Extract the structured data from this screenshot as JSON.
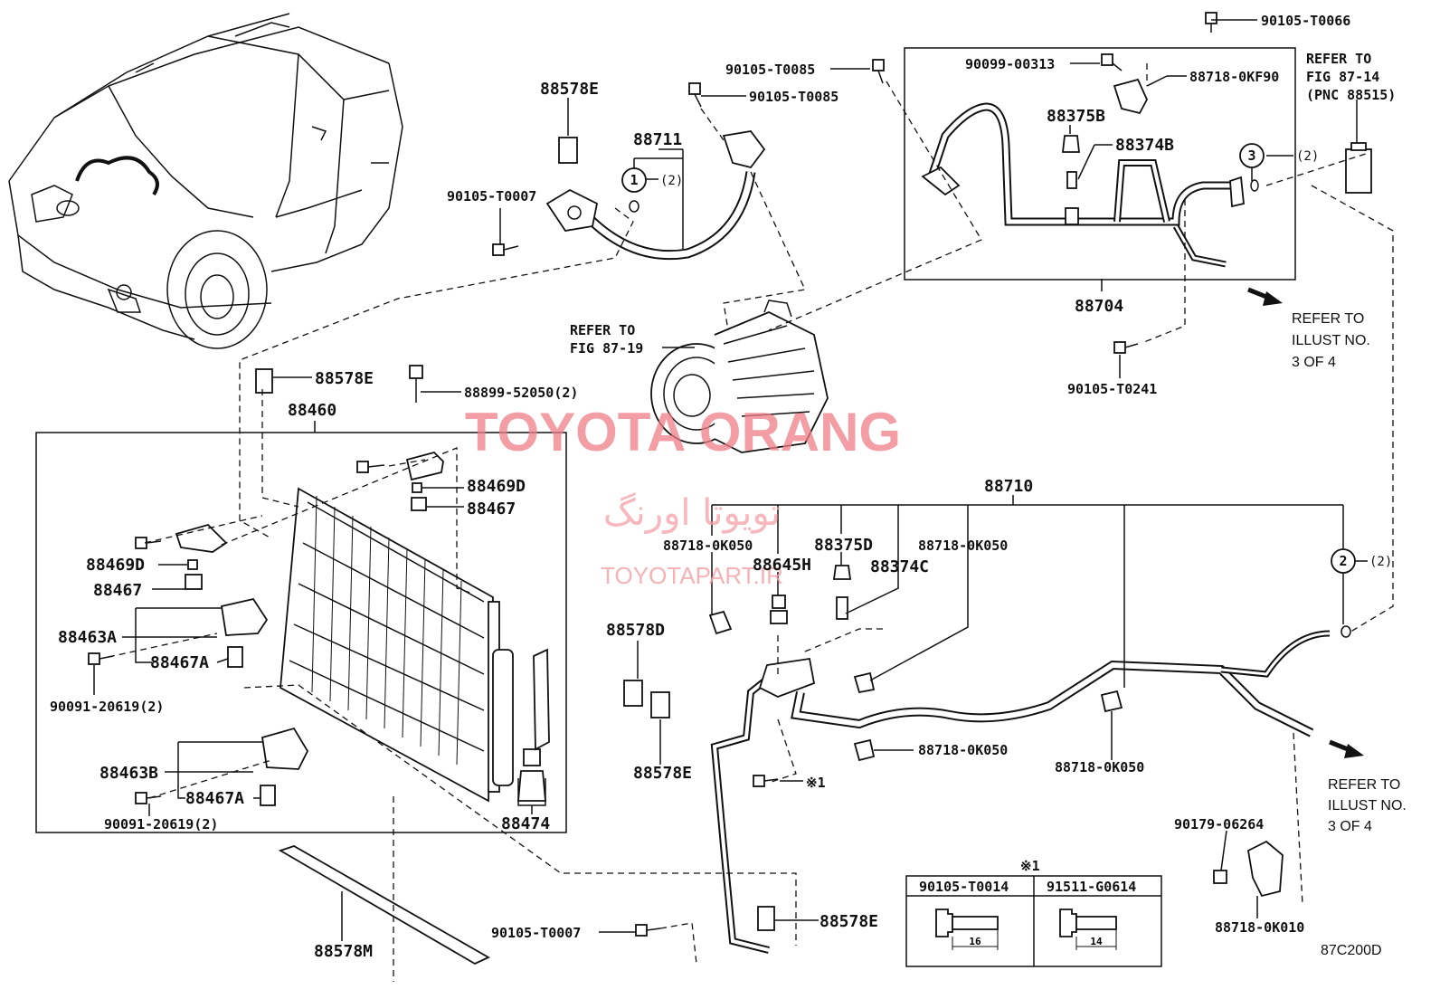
{
  "diagram_code": "87C200D",
  "watermark": {
    "line1": "TOYOTA ORANG",
    "line2": "تویوتا اورنگ",
    "line3": "TOYOTAPART.IR"
  },
  "refs": {
    "fig_87_14_l1": "REFER TO",
    "fig_87_14_l2": "FIG 87-14",
    "fig_87_14_l3": "(PNC 88515)",
    "fig_87_19_l1": "REFER TO",
    "fig_87_19_l2": "FIG 87-19",
    "illust_a_l1": "REFER TO",
    "illust_a_l2": "ILLUST NO.",
    "illust_a_l3": "3 OF 4",
    "illust_b_l1": "REFER TO",
    "illust_b_l2": "ILLUST NO.",
    "illust_b_l3": "3 OF 4"
  },
  "callouts": {
    "c1": "1",
    "c1_qty": "(2)",
    "c2": "2",
    "c2_qty": "(2)",
    "c3": "3",
    "c3_qty": "(2)",
    "note_mark": "※1"
  },
  "parts": {
    "p_90105_T0066": "90105-T0066",
    "p_90099_00313": "90099-00313",
    "p_88718_0KF90": "88718-0KF90",
    "p_90105_T0085_a": "90105-T0085",
    "p_90105_T0085_b": "90105-T0085",
    "p_88578E_top": "88578E",
    "p_88711": "88711",
    "p_90105_T0007_top": "90105-T0007",
    "p_88375B": "88375B",
    "p_88374B": "88374B",
    "p_88704": "88704",
    "p_90105_T0241": "90105-T0241",
    "p_88578E_mid": "88578E",
    "p_88899_52050": "88899-52050(2)",
    "p_88460": "88460",
    "p_88469D_r": "88469D",
    "p_88467_r": "88467",
    "p_88469D_l": "88469D",
    "p_88467_l": "88467",
    "p_88463A": "88463A",
    "p_88467A_a": "88467A",
    "p_90091_20619_a": "90091-20619(2)",
    "p_88463B": "88463B",
    "p_88467A_b": "88467A",
    "p_90091_20619_b": "90091-20619(2)",
    "p_88474": "88474",
    "p_88578M": "88578M",
    "p_88710": "88710",
    "p_88718_0K050_a": "88718-0K050",
    "p_88645H": "88645H",
    "p_88375D": "88375D",
    "p_88374C": "88374C",
    "p_88718_0K050_b": "88718-0K050",
    "p_88578D": "88578D",
    "p_88578E_low": "88578E",
    "p_88718_0K050_c": "88718-0K050",
    "p_88718_0K050_d": "88718-0K050",
    "p_90105_T0007_bot": "90105-T0007",
    "p_88578E_bot": "88578E",
    "p_90179_06264": "90179-06264",
    "p_88718_0K010": "88718-0K010"
  },
  "note_table": {
    "col1_part": "90105-T0014",
    "col2_part": "91511-G0614",
    "col1_len": "16",
    "col2_len": "14"
  }
}
